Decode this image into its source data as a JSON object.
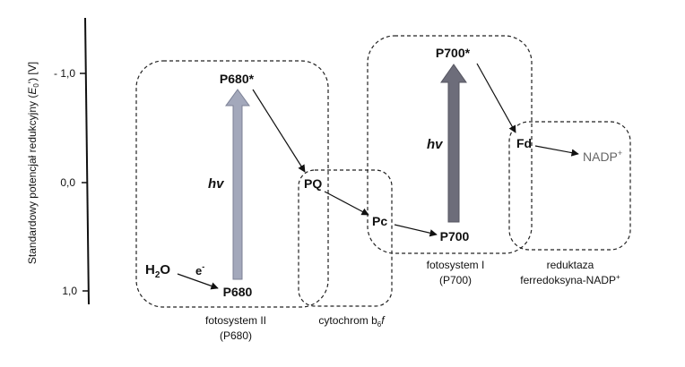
{
  "axis": {
    "label": "Standardowy potencjał redukcyjny (",
    "label_var": "E",
    "label_sub": "0",
    "label_tail": "') [V]",
    "ticks": [
      "- 1,0",
      "0,0",
      "1,0"
    ]
  },
  "molecules": {
    "p680_star": "P680*",
    "p680": "P680",
    "h2o_main": "H",
    "h2o_sub": "2",
    "h2o_tail": "O",
    "electron": "e",
    "electron_sup": "-",
    "pq": "PQ",
    "pc": "Pc",
    "p700_star": "P700*",
    "p700": "P700",
    "fd": "Fd",
    "nadp": "NADP",
    "nadp_sup": "+",
    "hv_1": "hv",
    "hv_2": "hv"
  },
  "complexes": {
    "ps2_line1": "fotosystem II",
    "ps2_line2": "(P680)",
    "cyt_main": "cytochrom b",
    "cyt_sub": "6",
    "cyt_tail": "f",
    "ps1_line1": "fotosystem I",
    "ps1_line2": "(P700)",
    "fnr_line1": "reduktaza",
    "fnr_line2": "ferredoksyna-NADP",
    "fnr_sup": "+"
  },
  "colors": {
    "ps2_arrow": "#a3a8bb",
    "ps1_arrow": "#6d6d7a",
    "nadp_text": "#666666"
  }
}
